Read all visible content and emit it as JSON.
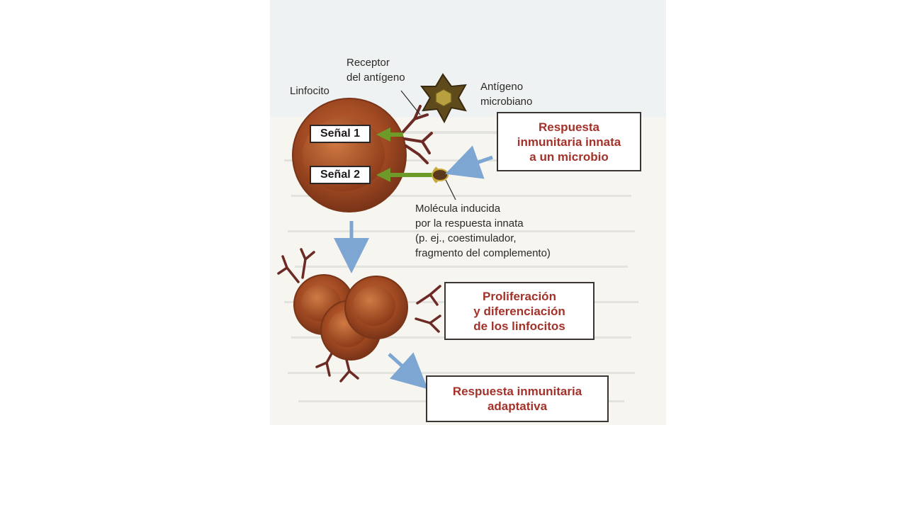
{
  "labels": {
    "lymphocyte": "Linfocito",
    "receptor_line1": "Receptor",
    "receptor_line2": "del antígeno",
    "antigen_line1": "Antígeno",
    "antigen_line2": "microbiano",
    "molecule_lines": [
      "Molécula inducida",
      "por la respuesta innata",
      "(p. ej., coestimulador,",
      "fragmento del complemento)"
    ]
  },
  "signals": {
    "signal1": "Señal 1",
    "signal2": "Señal 2"
  },
  "boxes": {
    "innate_response": [
      "Respuesta",
      "inmunitaria innata",
      "a un microbio"
    ],
    "proliferation": [
      "Proliferación",
      "y diferenciación",
      "de los linfocitos"
    ],
    "adaptive_response": [
      "Respuesta inmunitaria",
      "adaptativa"
    ]
  },
  "colors": {
    "box_text": "#a3322a",
    "cell_fill": "#a84d24",
    "arrow_blue": "#7ea6d3",
    "arrow_green": "#6e9a2a",
    "receptor_brown": "#6b2a24"
  }
}
